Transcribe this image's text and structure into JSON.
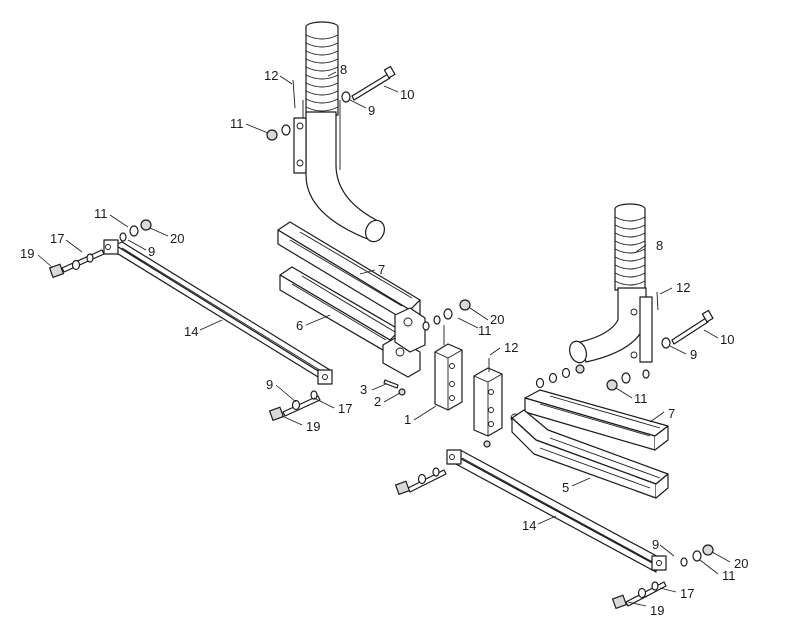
{
  "callouts": {
    "c1": "1",
    "c2": "2",
    "c3": "3",
    "c5": "5",
    "c6": "6",
    "c7a": "7",
    "c7b": "7",
    "c8a": "8",
    "c8b": "8",
    "c9a": "9",
    "c9b": "9",
    "c9c": "9",
    "c9d": "9",
    "c9e": "9",
    "c10a": "10",
    "c10b": "10",
    "c11a": "11",
    "c11b": "11",
    "c11c": "11",
    "c11d": "11",
    "c11e": "11",
    "c12a": "12",
    "c12b": "12",
    "c12c": "12",
    "c14a": "14",
    "c14b": "14",
    "c17a": "17",
    "c17b": "17",
    "c17c": "17",
    "c19a": "19",
    "c19b": "19",
    "c19c": "19",
    "c20a": "20",
    "c20b": "20",
    "c20c": "20"
  }
}
